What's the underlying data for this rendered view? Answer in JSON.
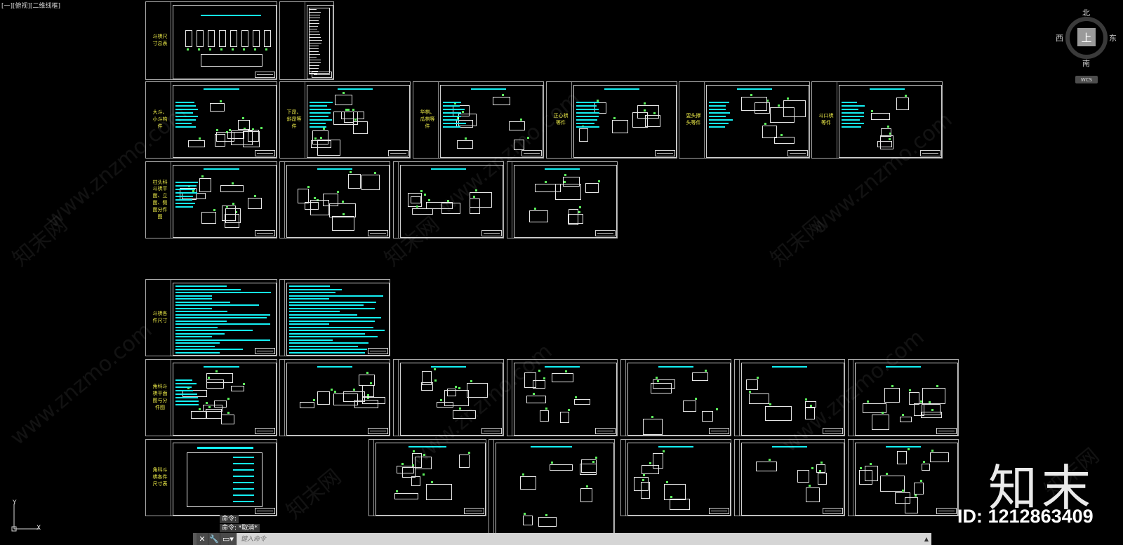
{
  "viewport": {
    "label": "[一][俯视][二维线框]"
  },
  "sheets": [
    {
      "title": "斗栱尺寸总表"
    },
    {
      "title": ""
    },
    {
      "title": "大斗、小斗构件"
    },
    {
      "title": "下昂、斜昂等件"
    },
    {
      "title": "华栱、瓜栱等件"
    },
    {
      "title": "正心栱等件"
    },
    {
      "title": "耍头撑头等件"
    },
    {
      "title": "斗口栱等件"
    },
    {
      "title": "柱头科斗栱平面、立面、侧面分件图"
    },
    {
      "title": ""
    },
    {
      "title": ""
    },
    {
      "title": ""
    },
    {
      "title": "斗栱各件尺寸"
    },
    {
      "title": ""
    },
    {
      "title": "角科斗栱平面图与分件图"
    },
    {
      "title": ""
    },
    {
      "title": ""
    },
    {
      "title": ""
    },
    {
      "title": ""
    },
    {
      "title": ""
    },
    {
      "title": ""
    },
    {
      "title": "角科斗栱各件尺寸表"
    },
    {
      "title": ""
    },
    {
      "title": ""
    },
    {
      "title": ""
    },
    {
      "title": ""
    },
    {
      "title": ""
    }
  ],
  "viewcube": {
    "north": "北",
    "south": "南",
    "east": "东",
    "west": "西",
    "top": "上",
    "wcs": "WCS"
  },
  "ucs": {
    "x": "X",
    "y": "Y"
  },
  "command_history": [
    "命令:",
    "命令: *取消*"
  ],
  "command_line": {
    "placeholder": "键入命令"
  },
  "watermark": {
    "site": "www.znzmo.com",
    "cn": "知末网"
  },
  "brand": {
    "logo": "知末",
    "id": "ID: 1212863409"
  }
}
